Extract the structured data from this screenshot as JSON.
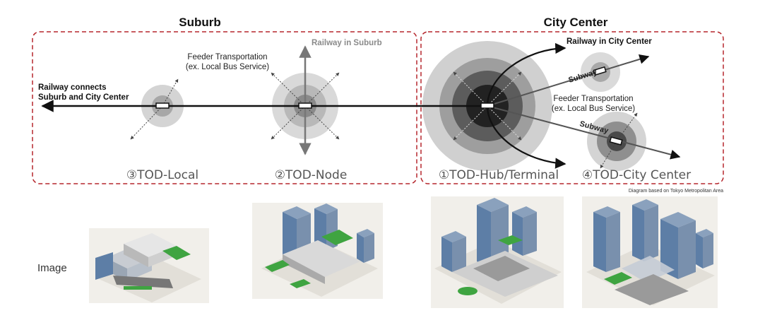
{
  "regions": {
    "suburb": {
      "title": "Suburb"
    },
    "city_center": {
      "title": "City Center"
    }
  },
  "labels": {
    "railway_connects_1": "Railway connects",
    "railway_connects_2": "Suburb and City Center",
    "feeder_suburb_1": "Feeder Transportation",
    "feeder_suburb_2": "(ex. Local Bus Service)",
    "railway_in_suburb": "Railway in Suburb",
    "railway_in_city_center": "Railway in City Center",
    "subway_upper": "Subway",
    "subway_lower": "Subway",
    "feeder_city_1": "Feeder Transportation",
    "feeder_city_2": "(ex. Local Bus Service)"
  },
  "tod_types": {
    "local": "③TOD-Local",
    "node": "②TOD-Node",
    "hub": "①TOD-Hub/Terminal",
    "city_center": "④TOD-City Center"
  },
  "note": "Diagram based on Tokyo Metropolitan Area",
  "image_row": {
    "label": "Image"
  },
  "colors": {
    "dashed_border": "#b5272d",
    "ring_light": "#d4d4d4",
    "ring_mid": "#a7a7a7",
    "ring_dark": "#5c5c5c",
    "core_darkest": "#222222",
    "rail_line": "#111111",
    "illustration_ground": "#e9e6e0",
    "building_blue": "#5d7ea6",
    "green_roof": "#3fa441"
  }
}
